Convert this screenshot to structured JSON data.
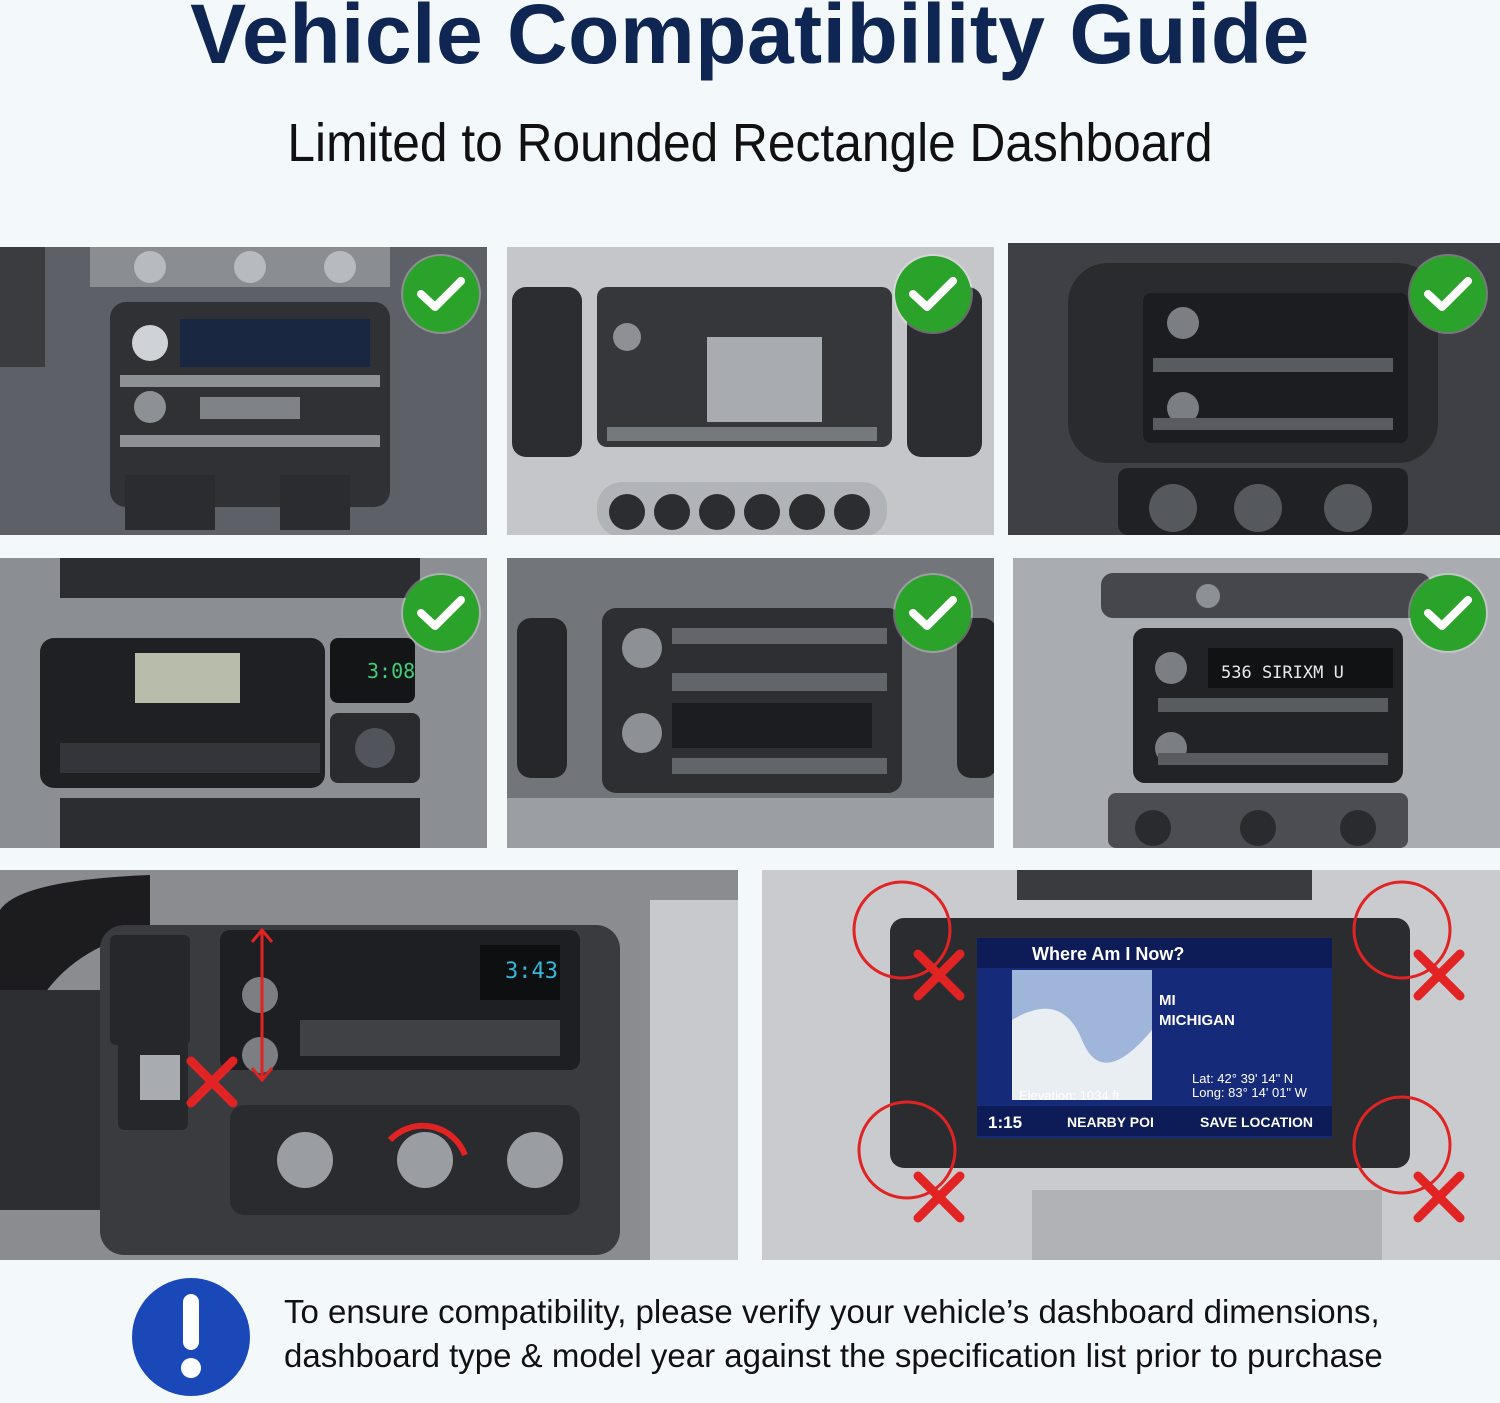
{
  "header": {
    "title": "Vehicle Compatibility Guide",
    "subtitle": "Limited to Rounded Rectangle Dashboard"
  },
  "compatible_tiles": [
    {
      "status": "compatible",
      "icon": "check-circle-icon"
    },
    {
      "status": "compatible",
      "icon": "check-circle-icon"
    },
    {
      "status": "compatible",
      "icon": "check-circle-icon"
    },
    {
      "status": "compatible",
      "icon": "check-circle-icon"
    },
    {
      "status": "compatible",
      "icon": "check-circle-icon"
    },
    {
      "status": "compatible",
      "icon": "check-circle-icon"
    }
  ],
  "incompatible_tiles": [
    {
      "status": "incompatible",
      "icon": "red-x-icon",
      "clock": "3:43"
    },
    {
      "status": "incompatible",
      "icon": "red-x-icon",
      "screen": {
        "header": "Where Am I Now?",
        "location": "MI\nMICHIGAN",
        "lat": "Lat: 42° 39' 14\" N",
        "long": "Long: 83° 14' 01\" W",
        "elevation": "Elevation: 1034 ft",
        "time": "1:15",
        "nearby": "NEARBY POI",
        "save": "SAVE LOCATION"
      }
    }
  ],
  "radio_displays": {
    "clock_tile4": "3:08",
    "sirius_tile6": "536 SIRIXM U"
  },
  "footer": {
    "icon": "exclamation-icon",
    "note_line1": "To ensure compatibility, please verify your vehicle’s dashboard dimensions,",
    "note_line2": "dashboard type & model year against the specification list prior to purchase"
  },
  "colors": {
    "title": "#0f2552",
    "check_green": "#2ba22a",
    "alert_blue": "#1a48b8",
    "x_red": "#e22323"
  }
}
